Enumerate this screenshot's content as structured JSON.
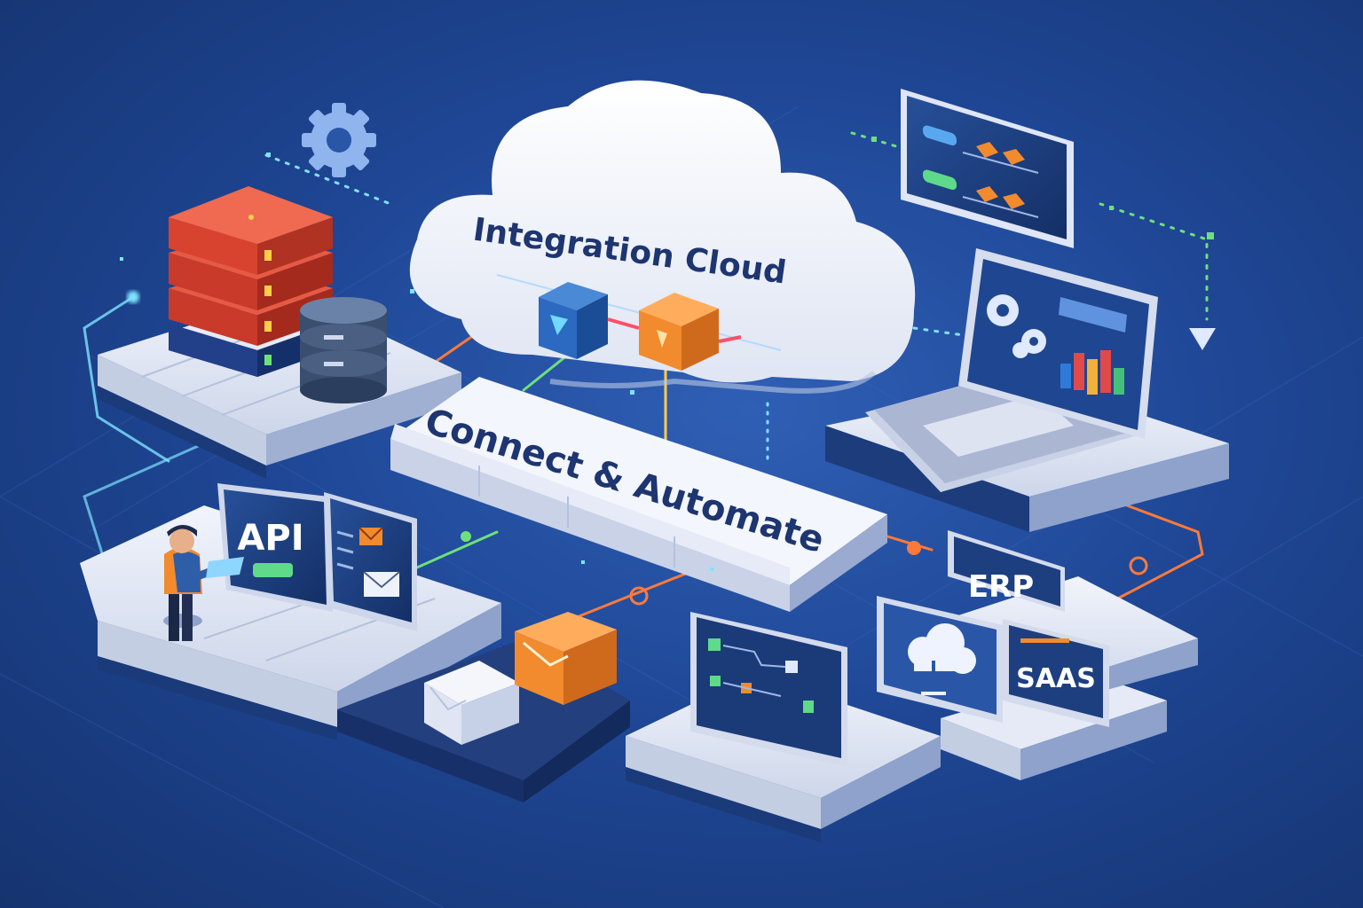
{
  "labels": {
    "cloud_title": "Integration Cloud",
    "banner": "Connect & Automate",
    "api": "API",
    "erp": "ERP",
    "saas": "SAAS"
  },
  "colors": {
    "background": "#1f4796",
    "accent_orange": "#f28a2e",
    "server_red": "#d8432f",
    "screen_navy": "#1d3f80",
    "line_orange": "#ff7a3a",
    "line_green": "#6ee07a",
    "line_cyan": "#7fe3ff"
  },
  "icons": [
    "gear-icon",
    "server-stack-icon",
    "database-icon",
    "cloud-icon",
    "laptop-icon",
    "mail-icon",
    "cloud-download-icon",
    "flow-dashboard-icon",
    "person-icon",
    "package-icon"
  ]
}
